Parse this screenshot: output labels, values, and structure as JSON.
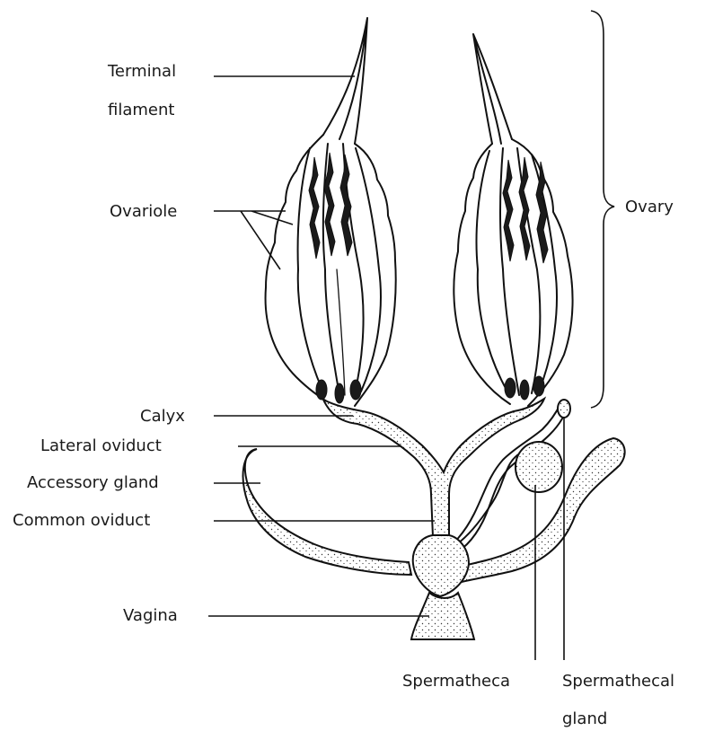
{
  "labels": {
    "terminal_filament_line1": "Terminal",
    "terminal_filament_line2": "filament",
    "ovariole": "Ovariole",
    "ovary": "Ovary",
    "calyx": "Calyx",
    "lateral_oviduct": "Lateral oviduct",
    "accessory_gland": "Accessory gland",
    "common_oviduct": "Common oviduct",
    "vagina": "Vagina",
    "spermatheca": "Spermatheca",
    "spermathecal_gland_line1": "Spermathecal",
    "spermathecal_gland_line2": "gland"
  }
}
